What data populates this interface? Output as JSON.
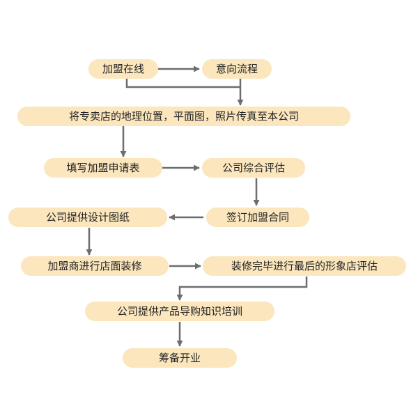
{
  "diagram": {
    "steps": {
      "online_join": "加盟在线",
      "intent_process": "意向流程",
      "send_info": "将专卖店的地理位置，平面图，照片传真至本公司",
      "fill_form": "填写加盟申请表",
      "company_eval": "公司综合评估",
      "sign_contract": "签订加盟合同",
      "provide_design": "公司提供设计图纸",
      "decorate_store": "加盟商进行店面装修",
      "final_eval": "装修完毕进行最后的形象店评估",
      "training": "公司提供产品导购知识培训",
      "opening": "筹备开业"
    },
    "colors": {
      "node_fill": "#fbe6bd",
      "arrow": "#6d6d6d"
    }
  }
}
